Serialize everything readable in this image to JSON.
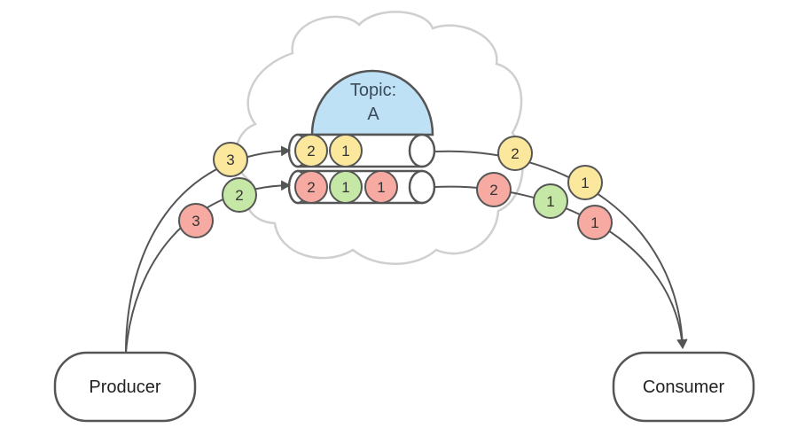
{
  "producer": {
    "label": "Producer"
  },
  "consumer": {
    "label": "Consumer"
  },
  "topic": {
    "label_line1": "Topic:",
    "label_line2": "A"
  },
  "colors": {
    "yellow": "#fbe89c",
    "green": "#c6e8a7",
    "red": "#f7aaa2",
    "topic_fill": "#bfe1f5",
    "cloud_stroke": "#cfcfcf",
    "stroke": "#555555"
  },
  "messages": {
    "incoming": [
      "3",
      "2",
      "3"
    ],
    "partition_top": [
      "2",
      "1"
    ],
    "partition_bottom": [
      "2",
      "1",
      "1"
    ],
    "outgoing": [
      "2",
      "1",
      "2",
      "1",
      "1"
    ]
  }
}
